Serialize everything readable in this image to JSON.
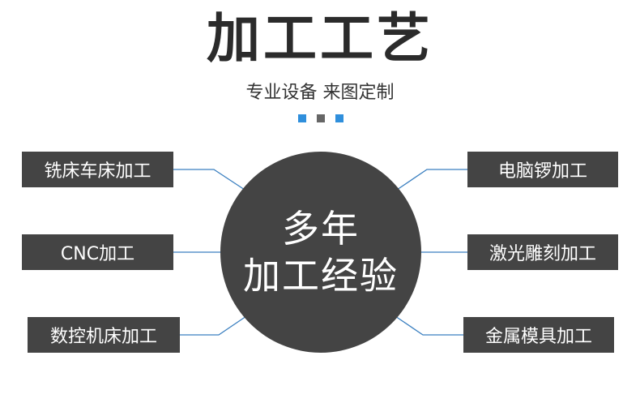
{
  "header": {
    "title": "加工工艺",
    "subtitle": "专业设备 来图定制"
  },
  "hub": {
    "line1": "多年",
    "line2": "加工经验"
  },
  "left_items": [
    {
      "label": "铣床车床加工"
    },
    {
      "label": "CNC加工"
    },
    {
      "label": "数控机床加工"
    }
  ],
  "right_items": [
    {
      "label": "电脑锣加工"
    },
    {
      "label": "激光雕刻加工"
    },
    {
      "label": "金属模具加工"
    }
  ],
  "colors": {
    "accent": "#2f8fdc",
    "dot_mid": "#666666",
    "box": "#444444",
    "connector": "#3a7fc0"
  }
}
